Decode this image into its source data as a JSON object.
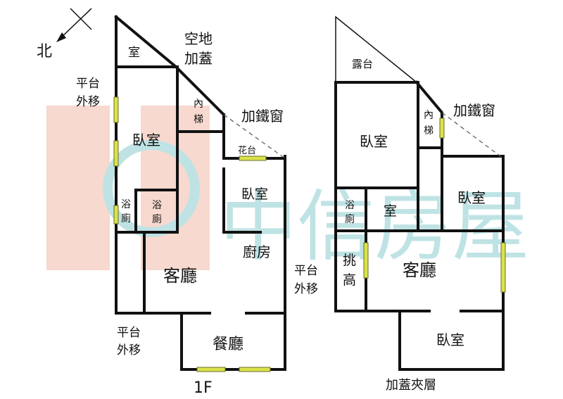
{
  "watermark": {
    "text": "中信房屋",
    "colors": {
      "logo_block": "#f7d9cf",
      "logo_text": "#bfe3e4"
    }
  },
  "compass": {
    "north_label": "北"
  },
  "floor_1f": {
    "floor_label": "1F",
    "rooms": {
      "room_top": "室",
      "open_space_addon": [
        "空地",
        "加蓋"
      ],
      "balcony_moved_top": [
        "平台",
        "外移"
      ],
      "inner_stair": [
        "內",
        "梯"
      ],
      "iron_window": "加鐵窗",
      "bedroom_left": "臥室",
      "planter": "花台",
      "bedroom_right": "臥室",
      "bath_left": [
        "浴",
        "廁"
      ],
      "bath_right": [
        "浴",
        "廁"
      ],
      "kitchen": "廚房",
      "balcony_moved_right": [
        "平台",
        "外移"
      ],
      "living_room": "客廳",
      "balcony_moved_bottom": [
        "平台",
        "外移"
      ],
      "dining_room": "餐廳"
    }
  },
  "mezzanine": {
    "floor_label": "加蓋夾層",
    "rooms": {
      "terrace": "露台",
      "inner_stair": [
        "內",
        "梯"
      ],
      "iron_window": "加鐵窗",
      "bedroom_main": "臥室",
      "bedroom_right": "臥室",
      "bath": [
        "浴",
        "廁"
      ],
      "room_small": "室",
      "high_ceiling": [
        "挑",
        "高"
      ],
      "living_room": "客廳",
      "bedroom_bottom": "臥室"
    }
  },
  "colors": {
    "wall": "#111111",
    "window": "#d9e34a",
    "background": "#ffffff"
  }
}
